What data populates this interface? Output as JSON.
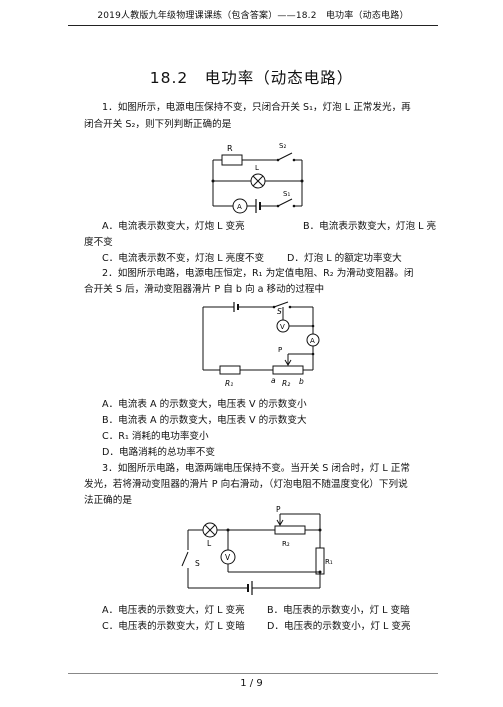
{
  "header": {
    "text": "2019人教版九年级物理课课练（包含答案）——18.2　电功率（动态电路）"
  },
  "title": "18.2　电功率（动态电路）",
  "q1": {
    "stem_line1": "1．如图所示，电源电压保持不变，只闭合开关 S₁，灯泡 L 正常发光，再",
    "stem_line2": "闭合开关 S₂，则下列判断正确的是",
    "opt_a": "A．电流表示数变大，灯炮 L 变亮",
    "opt_b_line1": "B．电流表示数变大，灯泡 L 亮",
    "opt_b_line2": "度不变",
    "opt_c": "C．电流表示数不变，灯泡 L 亮度不变",
    "opt_d": "D．灯泡 L 的额定功率变大",
    "labels": {
      "r": "R",
      "s2": "S₂",
      "l": "L",
      "s1": "S₁",
      "a": "A"
    }
  },
  "q2": {
    "stem_line1": "2．如图所示电路，电源电压恒定，R₁ 为定值电阻、R₂ 为滑动变阻器。闭",
    "stem_line2": "合开关 S 后，滑动变阻器滑片 P 自 b 向 a 移动的过程中",
    "opt_a": "A．电流表 A 的示数变大，电压表 V 的示数变小",
    "opt_b": "B．电流表 A 的示数变大，电压表 V 的示数变大",
    "opt_c": "C．R₁ 消耗的电功率变小",
    "opt_d": "D．电路消耗的总功率不变",
    "labels": {
      "s": "S",
      "v": "V",
      "a": "A",
      "p": "P",
      "r1": "R₁",
      "pa": "a",
      "r2": "R₂",
      "pb": "b"
    }
  },
  "q3": {
    "stem_line1": "3．如图所示电路，电源两端电压保持不变。当开关 S 闭合时，灯 L 正常",
    "stem_line2": "发光，若将滑动变阻器的滑片 P 向右滑动，（灯泡电阻不随温度变化）下列说",
    "stem_line3": "法正确的是",
    "opt_a": "A．电压表的示数变大，灯 L 变亮",
    "opt_b": "B．电压表的示数变小，灯 L 变暗",
    "opt_c": "C．电压表的示数变大，灯 L 变暗",
    "opt_d": "D．电压表的示数变小，灯 L 变亮",
    "labels": {
      "p": "P",
      "l": "L",
      "r2": "R₂",
      "v": "V",
      "r1": "R₁",
      "s": "S"
    }
  },
  "footer": {
    "page": "1 / 9"
  }
}
